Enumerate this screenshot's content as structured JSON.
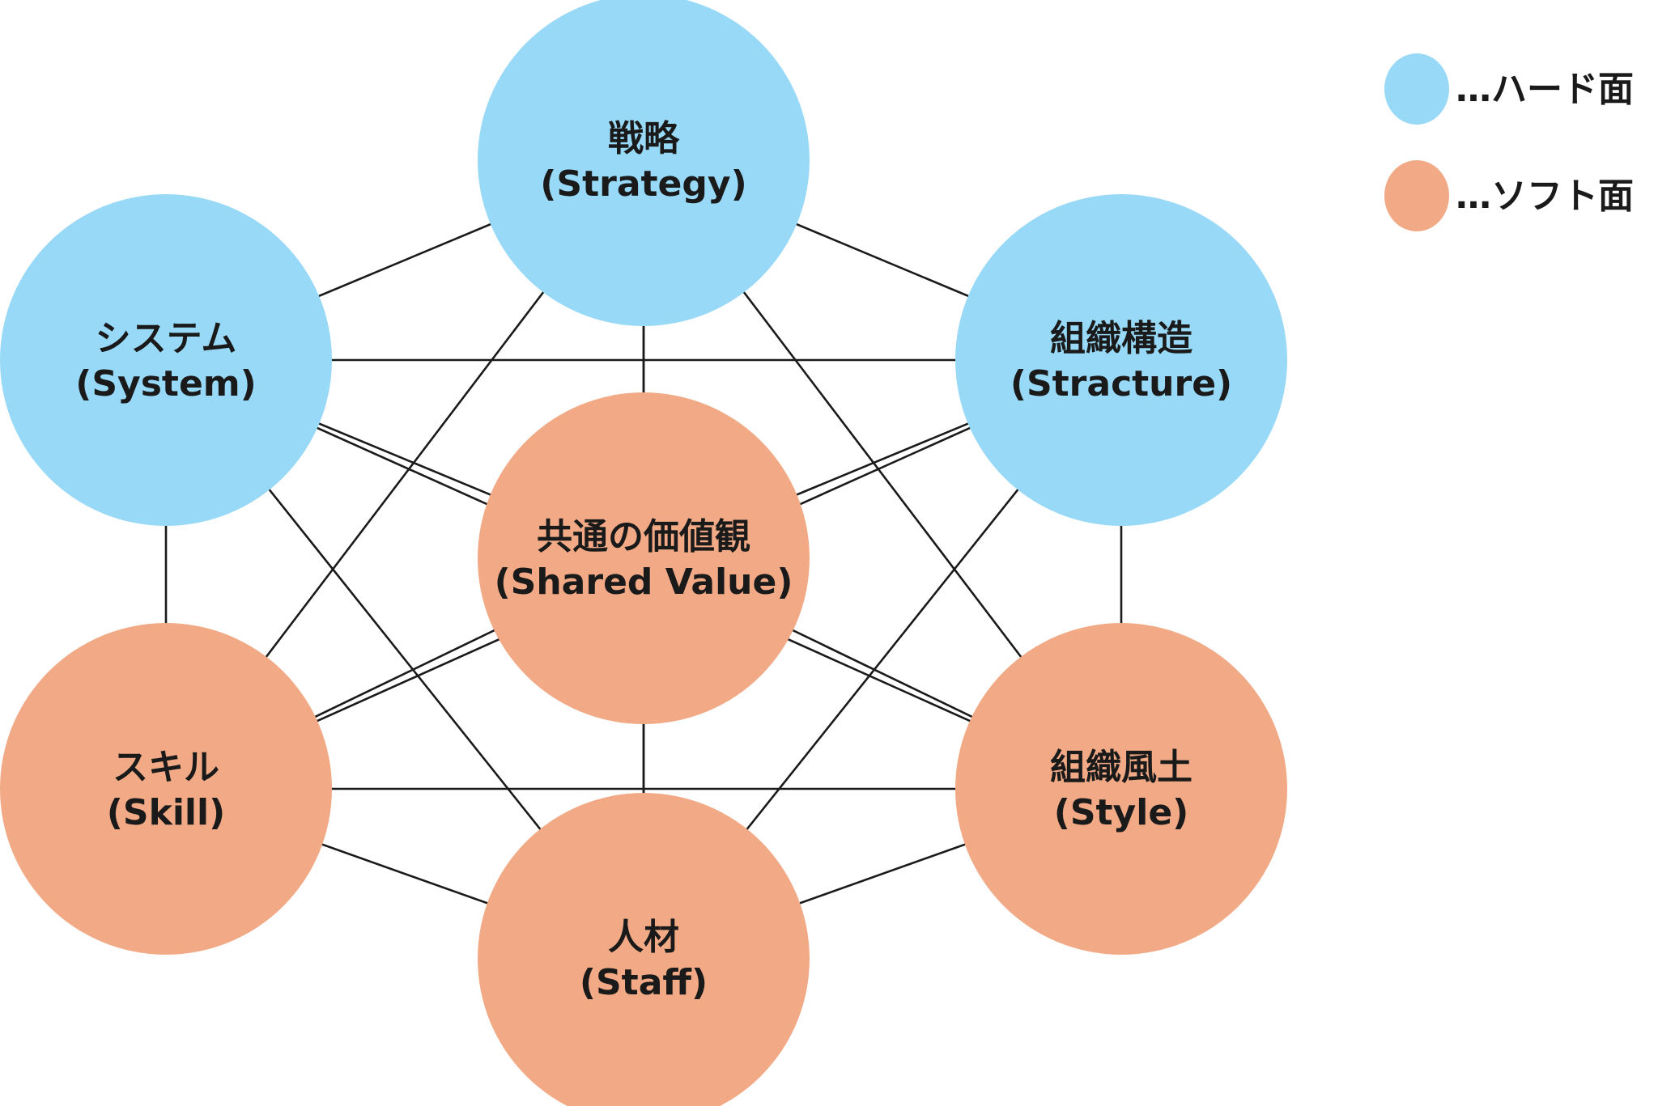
{
  "colors": {
    "hard": "#97d9f6",
    "soft": "#f1aa85",
    "edge": "#1a1a1a",
    "text": "#1a1a1a"
  },
  "nodes": [
    {
      "id": "strategy",
      "group": "hard",
      "line1": "戦略",
      "line2": "(Strategy)"
    },
    {
      "id": "structure",
      "group": "hard",
      "line1": "組織構造",
      "line2": "(Stracture)"
    },
    {
      "id": "style",
      "group": "soft",
      "line1": "組織風土",
      "line2": "(Style)"
    },
    {
      "id": "staff",
      "group": "soft",
      "line1": "人材",
      "line2": "(Staff)"
    },
    {
      "id": "skill",
      "group": "soft",
      "line1": "スキル",
      "line2": "(Skill)"
    },
    {
      "id": "system",
      "group": "hard",
      "line1": "システム",
      "line2": "(System)"
    },
    {
      "id": "shared",
      "group": "soft",
      "line1": "共通の価値観",
      "line2": "(Shared Value)"
    }
  ],
  "legend": [
    {
      "group": "hard",
      "label": "…ハード面"
    },
    {
      "group": "soft",
      "label": "…ソフト面"
    }
  ]
}
